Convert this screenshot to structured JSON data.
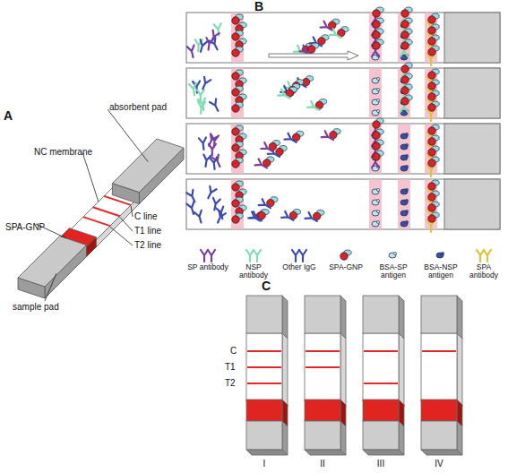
{
  "diagram": {
    "labels": [
      "A",
      "absorbent pad",
      "NC membrane",
      "SPA-GNP",
      "C line",
      "T1 line",
      "T2 line",
      "sample pad",
      "B",
      "C",
      "C",
      "T1",
      "T2",
      "I",
      "II",
      "III",
      "IV"
    ],
    "legend": [
      {
        "text": "SP antibody"
      },
      {
        "text": "NSP antibody"
      },
      {
        "text": "Other IgG"
      },
      {
        "text": "SPA-GNP"
      },
      {
        "text": "BSA-SP antigen"
      },
      {
        "text": "BSA-NSP antigen"
      },
      {
        "text": "SPA antibody"
      }
    ]
  }
}
